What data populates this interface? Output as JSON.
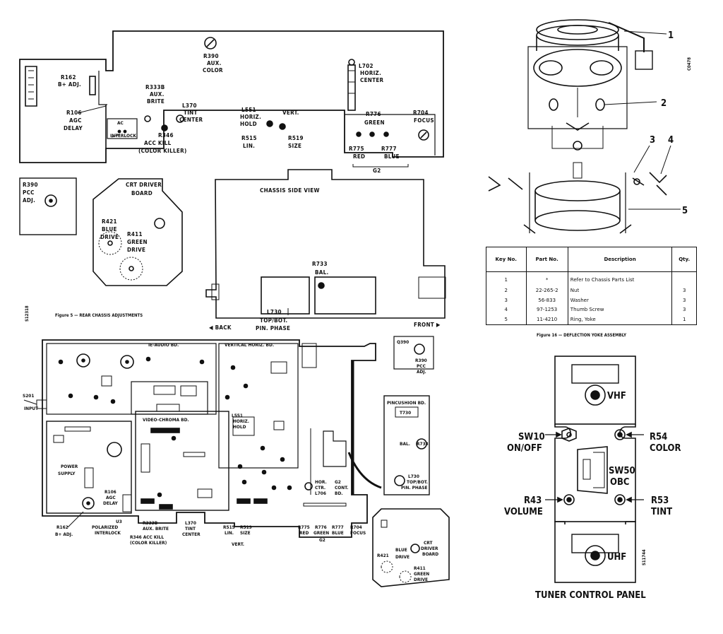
{
  "rear_chassis": {
    "r390_aux_color": [
      "R390",
      "AUX.",
      "COLOR"
    ],
    "l702_horiz_center": [
      "L702",
      "HORIZ.",
      "CENTER"
    ],
    "r162_b_adj": [
      "R162",
      "B+ ADJ."
    ],
    "r333b_aux_brite": [
      "R333B",
      "AUX.",
      "BRITE"
    ],
    "l370_tint_center": [
      "L370",
      "TINT",
      "CENTER"
    ],
    "l551_horiz_hold": [
      "L551",
      "HORIZ.",
      "HOLD"
    ],
    "vert": "VERT.",
    "r776_green": [
      "R776",
      "GREEN"
    ],
    "r704_focus": [
      "R704",
      "FOCUS"
    ],
    "r106_agc_delay": [
      "R106",
      "AGC",
      "DELAY"
    ],
    "ac_interlock": [
      "AC",
      "INTERLOCK"
    ],
    "r346_acc_kill": [
      "R346",
      "ACC KILL",
      "(COLOR KILLER)"
    ],
    "r515_lin": [
      "R515",
      "LIN."
    ],
    "r519_size": [
      "R519",
      "SIZE"
    ],
    "r775_red": [
      "R775",
      "RED"
    ],
    "r777_blue": [
      "R777",
      "BLUE"
    ],
    "g2": "G2",
    "r390_pcc_adj": [
      "R390",
      "PCC",
      "ADJ."
    ],
    "crt_driver_board": [
      "CRT DRIVER",
      "BOARD"
    ],
    "r421_blue_drive": [
      "R421",
      "BLUE",
      "DRIVE"
    ],
    "r411_green_drive": [
      "R411",
      "GREEN",
      "DRIVE"
    ],
    "chassis_side_view": "CHASSIS SIDE VIEW",
    "r733_bal": [
      "R733",
      "BAL."
    ],
    "l730_top_bot": [
      "L730",
      "TOP/BOT.",
      "PIN. PHASE"
    ],
    "figure_caption": "Figure 5 — REAR CHASSIS ADJUSTMENTS",
    "figure_id": "S12318",
    "back": "◀ BACK",
    "front": "FRONT ▶"
  },
  "board": {
    "ie_audio": "IE-AUDIO BD.",
    "vertical_horiz": "VERTICAL HORIZ. BD.",
    "video_chroma": "VIDEO-CHROMA BD.",
    "power_supply": [
      "POWER",
      "SUPPLY"
    ],
    "pincushion": "PINCUSHION BD.",
    "t730": "T730",
    "bal": "BAL.",
    "r733": "R733",
    "l730": [
      "L730",
      "TOP/BOT.",
      "PIN. PHASE"
    ],
    "r390_pcc": [
      "R390",
      "PCC",
      "ADJ."
    ],
    "q390": "Q390",
    "r106_agc": [
      "R106",
      "AGC",
      "DELAY"
    ],
    "r162": [
      "R162",
      "B+ ADJ."
    ],
    "polarized": [
      "U3",
      "POLARIZED",
      "INTERLOCK"
    ],
    "r333b": [
      "R333B",
      "AUX. BRITE"
    ],
    "r346": [
      "R346 ACC KILL",
      "(COLOR KILLER)"
    ],
    "l370": [
      "L370",
      "TINT",
      "CENTER"
    ],
    "vert_controls": [
      "R515",
      "LIN.",
      "R519",
      "SIZE"
    ],
    "vert": "VERT.",
    "g2_row": [
      "R775",
      "RED",
      "R776",
      "GREEN",
      "R777",
      "BLUE",
      "R704",
      "FOCUS"
    ],
    "g2": "G2",
    "l551": [
      "L551",
      "HORIZ.",
      "HOLD"
    ],
    "s201": [
      "S201",
      "INPUT"
    ],
    "crt_driver": [
      "CRT",
      "DRIVER",
      "BOARD"
    ],
    "r421": [
      "R421",
      "BLUE",
      "DRIVE"
    ],
    "r411": [
      "R411",
      "GREEN",
      "DRIVE"
    ],
    "hor_ctr": [
      "HOR.",
      "CTR.",
      "L706"
    ],
    "g2_cont": [
      "G2",
      "CONT.",
      "BD."
    ]
  },
  "yoke": {
    "callouts": [
      "1",
      "2",
      "3",
      "4",
      "5"
    ],
    "code": "C0478",
    "figure_caption": "Figure 16 — DEFLECTION YOKE ASSEMBLY",
    "table": {
      "headers": [
        "Key No.",
        "Part No.",
        "Description",
        "Qty."
      ],
      "rows": [
        [
          "1",
          "*",
          "Refer to Chassis Parts List",
          ""
        ],
        [
          "2",
          "22-265-2",
          "Nut",
          "3"
        ],
        [
          "3",
          "56-833",
          "Washer",
          "3"
        ],
        [
          "4",
          "97-1253",
          "Thumb Screw",
          "3"
        ],
        [
          "5",
          "11-4210",
          "Ring, Yoke",
          "1"
        ]
      ]
    }
  },
  "tuner": {
    "vhf": "VHF",
    "uhf": "UHF",
    "sw10": [
      "SW10",
      "ON/OFF"
    ],
    "r54": [
      "R54",
      "COLOR"
    ],
    "sw50": [
      "SW50",
      "OBC"
    ],
    "r43": [
      "R43",
      "VOLUME"
    ],
    "r53": [
      "R53",
      "TINT"
    ],
    "code": "S11744",
    "title": "TUNER CONTROL PANEL"
  }
}
